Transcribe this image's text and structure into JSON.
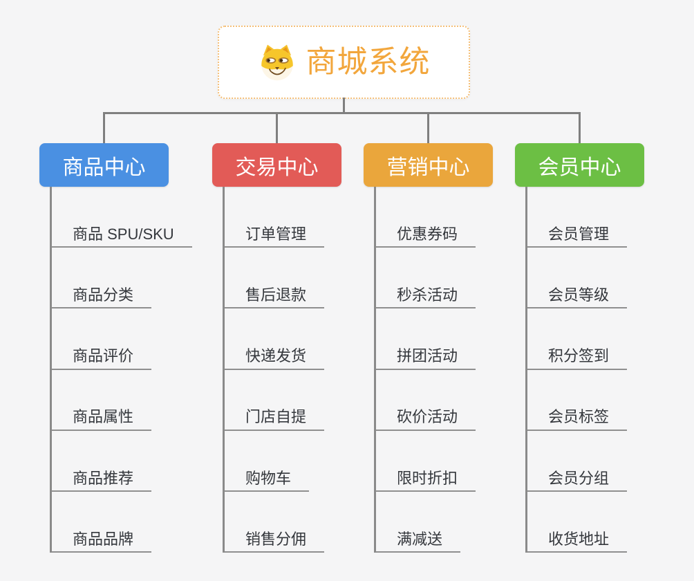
{
  "root": {
    "title": "商城系统",
    "icon": "dog-face-icon",
    "title_color": "#f2a63c",
    "border_color": "#f5bf77"
  },
  "connector_color": "#7f7f7f",
  "branches": [
    {
      "label": "商品中心",
      "color": "#4a90e2",
      "children": [
        "商品 SPU/SKU",
        "商品分类",
        "商品评价",
        "商品属性",
        "商品推荐",
        "商品品牌"
      ]
    },
    {
      "label": "交易中心",
      "color": "#e25b57",
      "children": [
        "订单管理",
        "售后退款",
        "快递发货",
        "门店自提",
        "购物车",
        "销售分佣"
      ]
    },
    {
      "label": "营销中心",
      "color": "#eaa63c",
      "children": [
        "优惠券码",
        "秒杀活动",
        "拼团活动",
        "砍价活动",
        "限时折扣",
        "满减送"
      ]
    },
    {
      "label": "会员中心",
      "color": "#6cbf44",
      "children": [
        "会员管理",
        "会员等级",
        "积分签到",
        "会员标签",
        "会员分组",
        "收货地址"
      ]
    }
  ]
}
